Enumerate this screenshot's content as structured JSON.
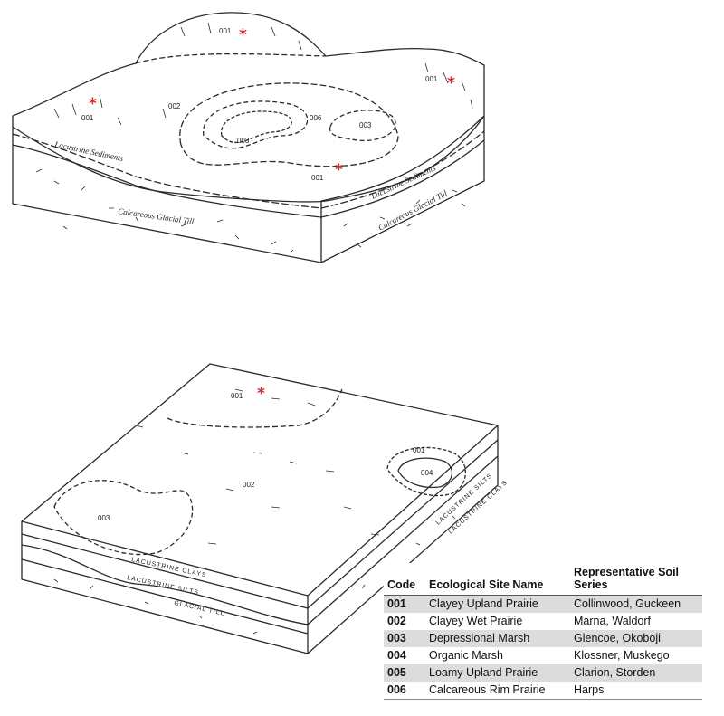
{
  "top_block": {
    "labels": {
      "hill_top": "001",
      "left": "001",
      "right": "001",
      "center": "001",
      "wet": "002",
      "marsh_a": "003",
      "marsh_b": "003",
      "rim": "006"
    },
    "strata": {
      "lacustrine_left": "Lacustrine Sediments",
      "lacustrine_right": "Lacustrine Sediments",
      "till_left": "Calcareous Glacial Till",
      "till_right": "Calcareous Glacial Till"
    },
    "star_glyph": "*"
  },
  "bottom_block": {
    "labels": {
      "upland": "001",
      "wet": "002",
      "marsh": "003",
      "organic": "004",
      "rim_small": "001"
    },
    "strata": {
      "clays": "LACUSTRINE CLAYS",
      "silts": "LACUSTRINE SILTS",
      "till": "GLACIAL TILL",
      "right_a": "LACUSTRINE SILTS",
      "right_b": "LACUSTRINE CLAYS"
    },
    "star_glyph": "*"
  },
  "legend": {
    "headers": {
      "code": "Code",
      "name": "Ecological Site Name",
      "series": "Representative Soil Series"
    },
    "rows": [
      {
        "code": "001",
        "name": "Clayey Upland Prairie",
        "series": "Collinwood, Guckeen",
        "shaded": true
      },
      {
        "code": "002",
        "name": "Clayey Wet Prairie",
        "series": "Marna, Waldorf",
        "shaded": false
      },
      {
        "code": "003",
        "name": "Depressional Marsh",
        "series": "Glencoe, Okoboji",
        "shaded": true
      },
      {
        "code": "004",
        "name": "Organic Marsh",
        "series": "Klossner, Muskego",
        "shaded": false
      },
      {
        "code": "005",
        "name": "Loamy Upland Prairie",
        "series": "Clarion, Storden",
        "shaded": true
      },
      {
        "code": "006",
        "name": "Calcareous Rim Prairie",
        "series": "Harps",
        "shaded": false
      }
    ]
  },
  "colors": {
    "line": "#2a2a2a",
    "star": "#cc2a2a",
    "row_shade": "#dcdcdc"
  }
}
